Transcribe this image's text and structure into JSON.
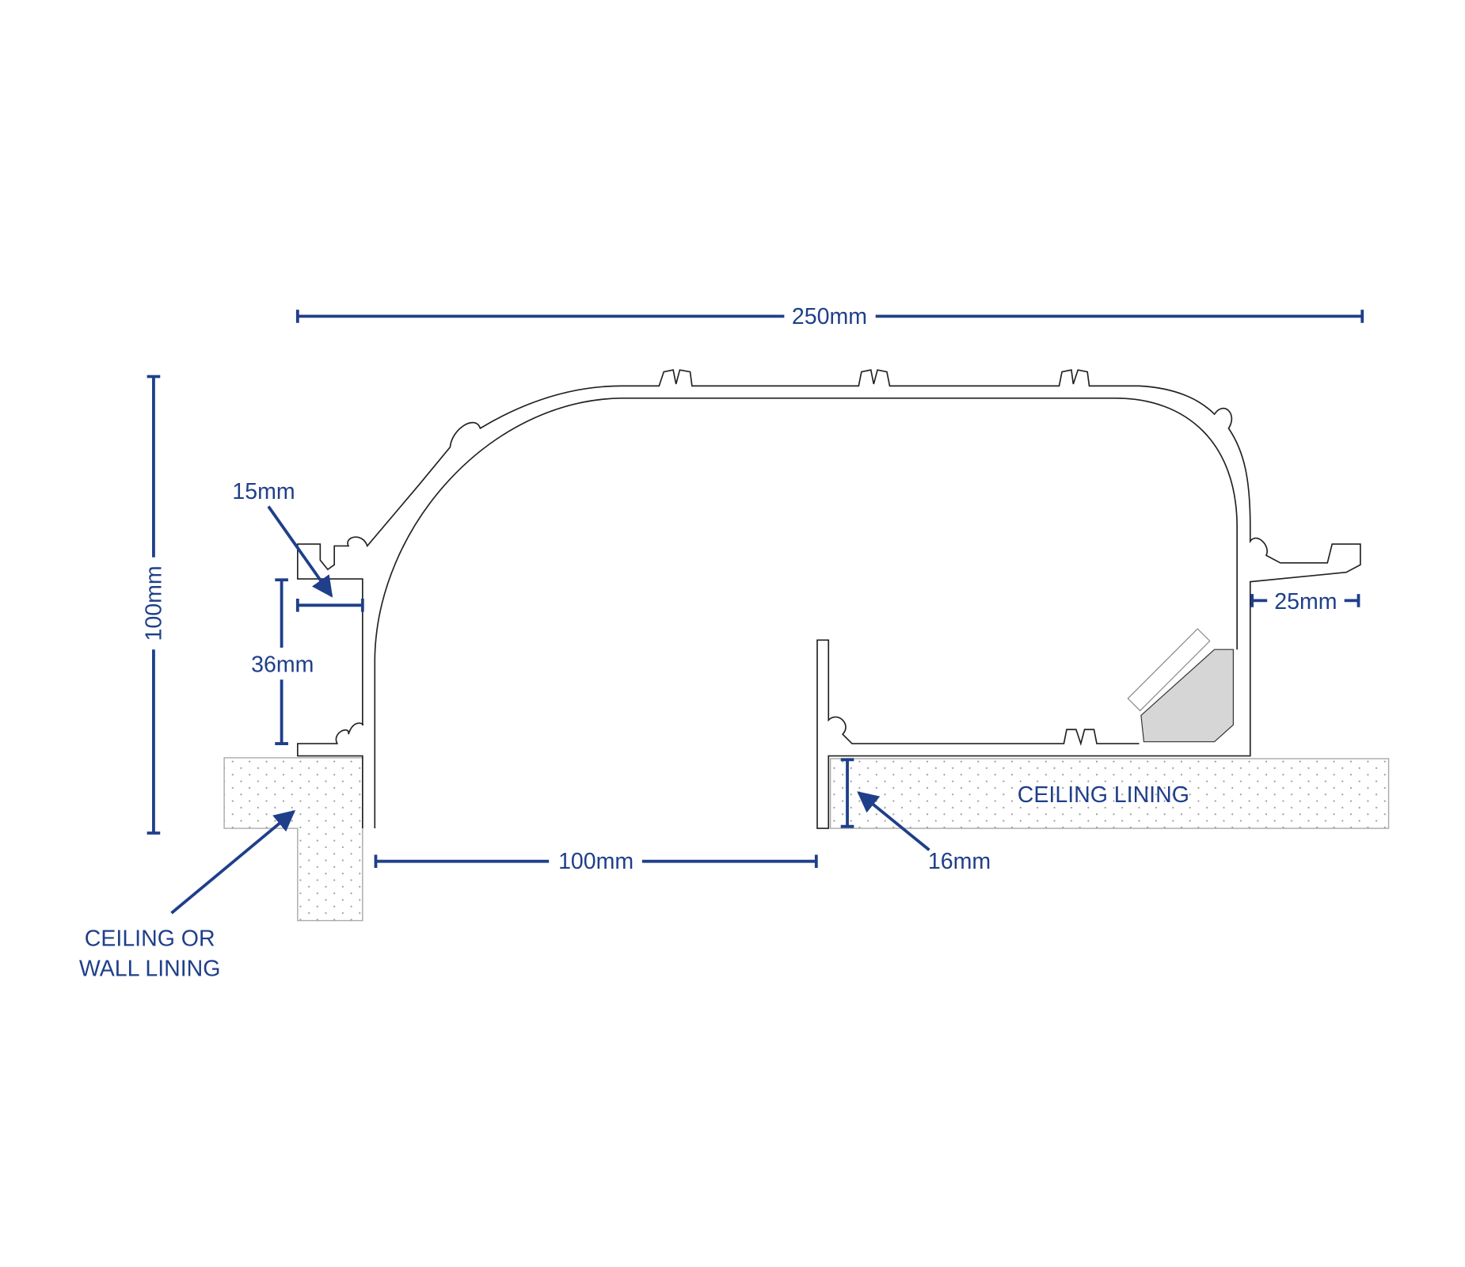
{
  "colors": {
    "annotation": "#1f3f8a",
    "profile": "#222222",
    "lining": "#aaaaaa",
    "led": "#d6d6d6"
  },
  "dimensions": {
    "overall_width": "250mm",
    "overall_height": "100mm",
    "flange_left": "15mm",
    "clip_height": "36mm",
    "opening": "100mm",
    "flange_right": "25mm",
    "lining_thickness": "16mm"
  },
  "labels": {
    "wall_lining_line1": "CEILING OR",
    "wall_lining_line2": "WALL LINING",
    "ceiling_lining": "CEILING LINING"
  }
}
